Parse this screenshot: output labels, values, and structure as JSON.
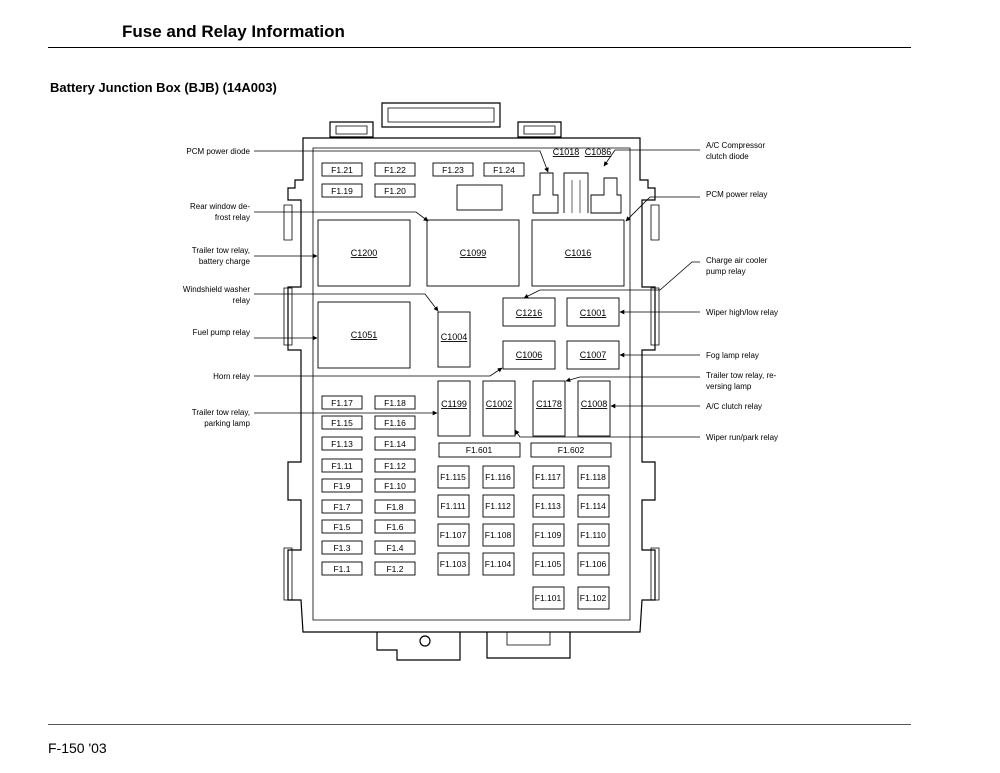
{
  "header": {
    "title": "Fuse and Relay Information"
  },
  "section": {
    "title": "Battery Junction Box (BJB) (14A003)"
  },
  "footer": {
    "text": "F-150 '03"
  },
  "diagram": {
    "fuses": {
      "F1_21": "F1.21",
      "F1_22": "F1.22",
      "F1_23": "F1.23",
      "F1_24": "F1.24",
      "F1_19": "F1.19",
      "F1_20": "F1.20",
      "F1_17": "F1.17",
      "F1_18": "F1.18",
      "F1_15": "F1.15",
      "F1_16": "F1.16",
      "F1_13": "F1.13",
      "F1_14": "F1.14",
      "F1_11": "F1.11",
      "F1_12": "F1.12",
      "F1_9": "F1.9",
      "F1_10": "F1.10",
      "F1_7": "F1.7",
      "F1_8": "F1.8",
      "F1_5": "F1.5",
      "F1_6": "F1.6",
      "F1_3": "F1.3",
      "F1_4": "F1.4",
      "F1_1": "F1.1",
      "F1_2": "F1.2",
      "F1_601": "F1.601",
      "F1_602": "F1.602",
      "F1_115": "F1.115",
      "F1_116": "F1.116",
      "F1_117": "F1.117",
      "F1_118": "F1.118",
      "F1_111": "F1.111",
      "F1_112": "F1.112",
      "F1_113": "F1.113",
      "F1_114": "F1.114",
      "F1_107": "F1.107",
      "F1_108": "F1.108",
      "F1_109": "F1.109",
      "F1_110": "F1.110",
      "F1_103": "F1.103",
      "F1_104": "F1.104",
      "F1_105": "F1.105",
      "F1_106": "F1.106",
      "F1_101": "F1.101",
      "F1_102": "F1.102"
    },
    "relays": {
      "C1200": "C1200",
      "C1099": "C1099",
      "C1016": "C1016",
      "C1051": "C1051",
      "C1004": "C1004",
      "C1216": "C1216",
      "C1001": "C1001",
      "C1006": "C1006",
      "C1007": "C1007",
      "C1199": "C1199",
      "C1002": "C1002",
      "C1178": "C1178",
      "C1008": "C1008",
      "C1018": "C1018",
      "C1086": "C1086"
    },
    "callouts_left": {
      "pcm_power_diode": "PCM power diode",
      "rear_window_1": "Rear window de-",
      "rear_window_2": "frost relay",
      "trailer_batt_1": "Trailer tow relay,",
      "trailer_batt_2": "battery charge",
      "washer_1": "Windshield washer",
      "washer_2": "relay",
      "fuel_pump": "Fuel pump relay",
      "horn": "Horn relay",
      "trailer_park_1": "Trailer tow relay,",
      "trailer_park_2": "parking lamp"
    },
    "callouts_right": {
      "ac_comp_1": "A/C Compressor",
      "ac_comp_2": "clutch diode",
      "pcm_power_relay": "PCM power relay",
      "charge_air_1": "Charge air cooler",
      "charge_air_2": "pump relay",
      "wiper_hl": "Wiper high/low relay",
      "fog": "Fog lamp relay",
      "trailer_rev_1": "Trailer tow relay, re-",
      "trailer_rev_2": "versing lamp",
      "ac_clutch": "A/C clutch relay",
      "wiper_run": "Wiper run/park relay"
    }
  }
}
